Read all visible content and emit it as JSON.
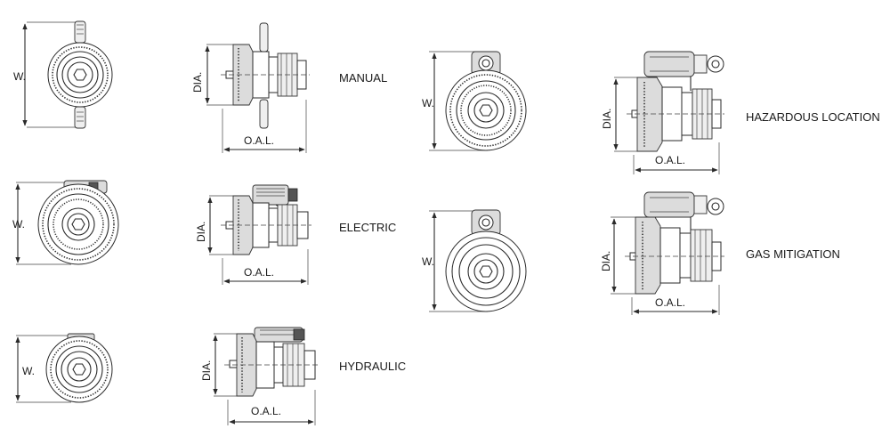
{
  "dimension_labels": {
    "width": "W.",
    "diameter": "DIA.",
    "overall_length": "O.A.L."
  },
  "variants": {
    "manual": "MANUAL",
    "electric": "ELECTRIC",
    "hydraulic": "HYDRAULIC",
    "hazardous_location": "HAZARDOUS LOCATION",
    "gas_mitigation": "GAS MITIGATION"
  }
}
